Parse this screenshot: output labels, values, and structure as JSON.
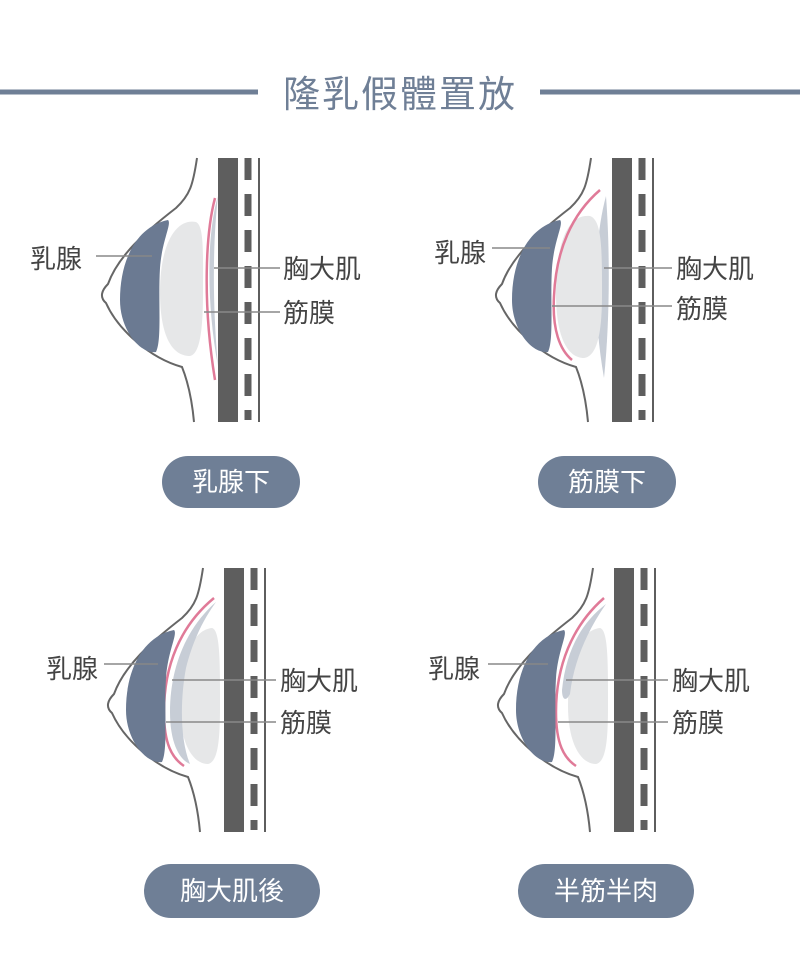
{
  "title": "隆乳假體置放",
  "colors": {
    "accent": "#6F7F96",
    "gland": "#6B7A92",
    "implant": "#E6E7E8",
    "muscle": "#C7CDD6",
    "fascia": "#E07A98",
    "outline": "#666666",
    "bone": "#5E5E5E",
    "label_text": "#444444",
    "pill_text": "#FFFFFF"
  },
  "panels": [
    {
      "badge": "乳腺下",
      "labels": {
        "gland": "乳腺",
        "muscle": "胸大肌",
        "fascia": "筋膜"
      }
    },
    {
      "badge": "筋膜下",
      "labels": {
        "gland": "乳腺",
        "muscle": "胸大肌",
        "fascia": "筋膜"
      }
    },
    {
      "badge": "胸大肌後",
      "labels": {
        "gland": "乳腺",
        "muscle": "胸大肌",
        "fascia": "筋膜"
      }
    },
    {
      "badge": "半筋半肉",
      "labels": {
        "gland": "乳腺",
        "muscle": "胸大肌",
        "fascia": "筋膜"
      }
    }
  ]
}
